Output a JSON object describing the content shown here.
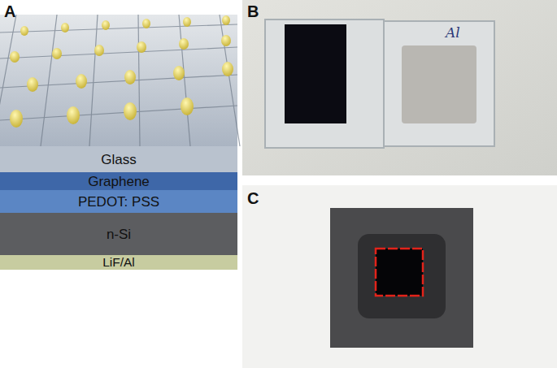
{
  "diagram": {
    "nodes": [
      {
        "text": [
          "Glass"
        ]
      },
      {
        "text": [
          "Graphene"
        ]
      },
      {
        "text": [
          "PEDOT: PSS"
        ]
      },
      {
        "text": [
          "n-Si"
        ]
      },
      {
        "text": [
          "LiF/Al"
        ]
      }
    ],
    "edges": [],
    "labels": [
      "A",
      "B",
      "C",
      "Al"
    ]
  }
}
